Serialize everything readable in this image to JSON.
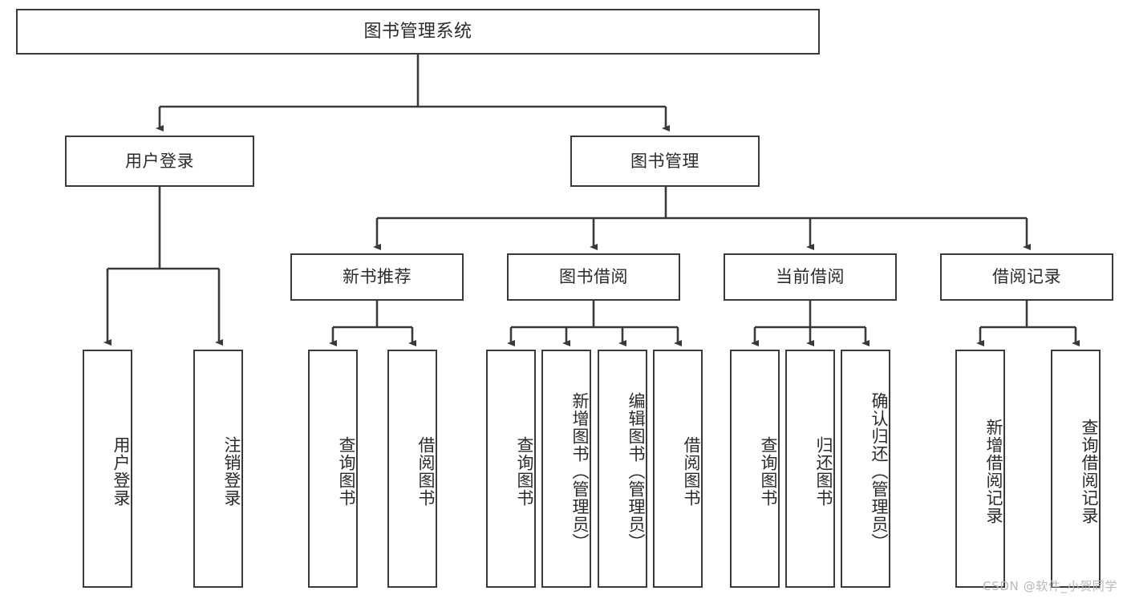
{
  "diagram": {
    "title": "图书管理系统",
    "type": "tree",
    "watermark": "CSDN @软件_小贺同学",
    "colors": {
      "box_border": "#3a3a3a",
      "box_fill": "#ffffff",
      "edge": "#3a3a3a",
      "text": "#2b2b2b",
      "watermark": "#b9b9b9",
      "background": "#ffffff"
    },
    "root": {
      "label": "图书管理系统"
    },
    "level2": [
      {
        "label": "用户登录"
      },
      {
        "label": "图书管理"
      }
    ],
    "level3": [
      {
        "label": "新书推荐"
      },
      {
        "label": "图书借阅"
      },
      {
        "label": "当前借阅"
      },
      {
        "label": "借阅记录"
      }
    ],
    "leaves": {
      "user_login": [
        {
          "label": "用户登录"
        },
        {
          "label": "注销登录"
        }
      ],
      "new_book_recommend": [
        {
          "label": "查询图书"
        },
        {
          "label": "借阅图书"
        }
      ],
      "book_borrow": [
        {
          "label": "查询图书"
        },
        {
          "label": "新增图书（管理员）"
        },
        {
          "label": "编辑图书（管理员）"
        },
        {
          "label": "借阅图书"
        }
      ],
      "current_borrow": [
        {
          "label": "查询图书"
        },
        {
          "label": "归还图书"
        },
        {
          "label": "确认归还（管理员）"
        }
      ],
      "borrow_record": [
        {
          "label": "新增借阅记录"
        },
        {
          "label": "查询借阅记录"
        }
      ]
    }
  }
}
